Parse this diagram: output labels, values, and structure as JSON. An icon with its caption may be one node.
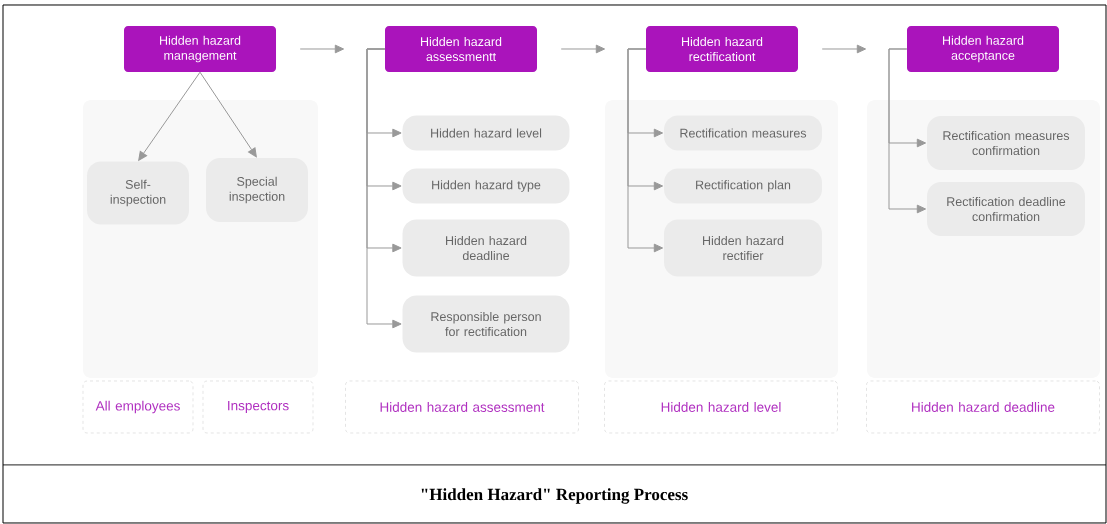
{
  "diagram": {
    "caption": "\"Hidden Hazard\" Reporting Process",
    "nodes": [
      {
        "text": [
          "Hidden hazard management"
        ]
      },
      {
        "text": [
          "Hidden hazard assessmentt"
        ]
      },
      {
        "text": [
          "Hidden hazard rectificationt"
        ]
      },
      {
        "text": [
          "Hidden hazard acceptance"
        ]
      },
      {
        "text": [
          "Self-inspection"
        ]
      },
      {
        "text": [
          "Special inspection"
        ]
      },
      {
        "text": [
          "Hidden hazard level"
        ]
      },
      {
        "text": [
          "Hidden hazard type"
        ]
      },
      {
        "text": [
          "Hidden hazard deadline"
        ]
      },
      {
        "text": [
          "Responsible person for rectification"
        ]
      },
      {
        "text": [
          "Rectification measures"
        ]
      },
      {
        "text": [
          "Rectification plan"
        ]
      },
      {
        "text": [
          "Hidden hazard rectifier"
        ]
      },
      {
        "text": [
          "Rectification measures confirmation"
        ]
      },
      {
        "text": [
          "Rectification deadline confirmation"
        ]
      },
      {
        "text": [
          "All employees"
        ]
      },
      {
        "text": [
          "Inspectors"
        ]
      },
      {
        "text": [
          "Hidden hazard assessment"
        ]
      },
      {
        "text": [
          "Hidden hazard level"
        ]
      },
      {
        "text": [
          "Hidden hazard deadline"
        ]
      }
    ],
    "edges": [
      {
        "from": 0,
        "to": 1,
        "arrow": "to"
      },
      {
        "from": 1,
        "to": 2,
        "arrow": "to"
      },
      {
        "from": 2,
        "to": 3,
        "arrow": "to"
      },
      {
        "from": 0,
        "to": 4,
        "arrow": "to"
      },
      {
        "from": 0,
        "to": 5,
        "arrow": "to"
      },
      {
        "from": 1,
        "to": 6,
        "arrow": "to"
      },
      {
        "from": 1,
        "to": 7,
        "arrow": "to"
      },
      {
        "from": 1,
        "to": 8,
        "arrow": "to"
      },
      {
        "from": 1,
        "to": 9,
        "arrow": "to"
      },
      {
        "from": 2,
        "to": 10,
        "arrow": "to"
      },
      {
        "from": 2,
        "to": 11,
        "arrow": "to"
      },
      {
        "from": 2,
        "to": 12,
        "arrow": "to"
      },
      {
        "from": 3,
        "to": 13,
        "arrow": "to"
      },
      {
        "from": 3,
        "to": 14,
        "arrow": "to"
      }
    ]
  }
}
